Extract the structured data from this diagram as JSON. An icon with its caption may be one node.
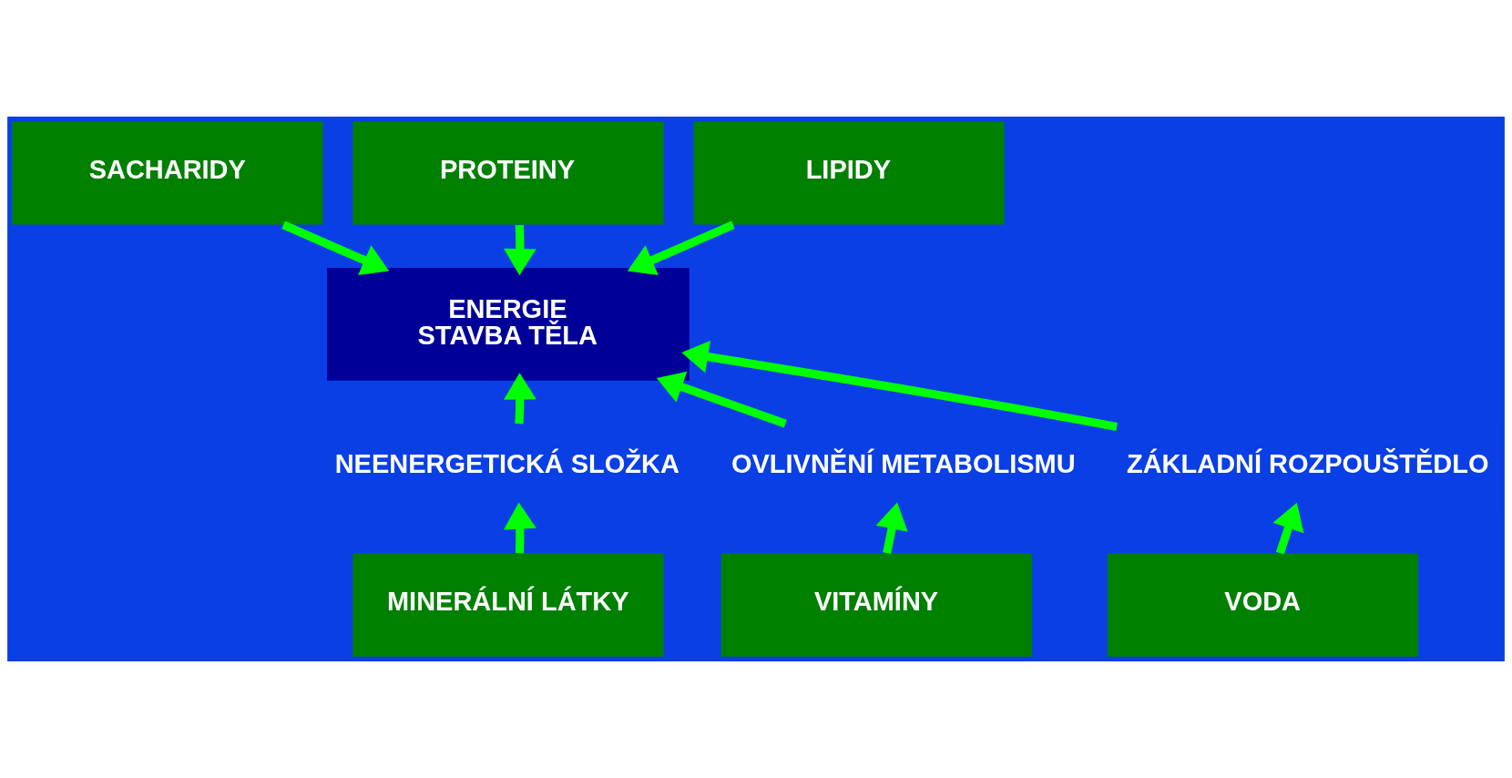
{
  "diagram": {
    "nodes": [
      {
        "text": [
          "SACHARIDY"
        ]
      },
      {
        "text": [
          "PROTEINY"
        ]
      },
      {
        "text": [
          "LIPIDY"
        ]
      },
      {
        "text": [
          "ENERGIE",
          "STAVBA TĚLA"
        ]
      },
      {
        "text": [
          "OVLIVNĚNÍ METABOLISMU"
        ]
      },
      {
        "text": [
          "NEENERGETICKÁ SLOŽKA"
        ]
      },
      {
        "text": [
          "ZÁKLADNÍ ROZPOUŠTĚDLO"
        ]
      },
      {
        "text": [
          "VITAMÍNY"
        ]
      },
      {
        "text": [
          "MINERÁLNÍ LÁTKY"
        ]
      },
      {
        "text": [
          "VODA"
        ]
      }
    ],
    "edges": [
      {
        "from": 0,
        "to": 3,
        "arrow": "to"
      },
      {
        "from": 1,
        "to": 3,
        "arrow": "to"
      },
      {
        "from": 2,
        "to": 3,
        "arrow": "to"
      },
      {
        "from": 4,
        "to": 3,
        "arrow": "to"
      },
      {
        "from": 5,
        "to": 3,
        "arrow": "to"
      },
      {
        "from": 6,
        "to": 3,
        "arrow": "to"
      },
      {
        "from": 7,
        "to": 4,
        "arrow": "to"
      },
      {
        "from": 8,
        "to": 5,
        "arrow": "to"
      },
      {
        "from": 9,
        "to": 6,
        "arrow": "to"
      }
    ]
  }
}
